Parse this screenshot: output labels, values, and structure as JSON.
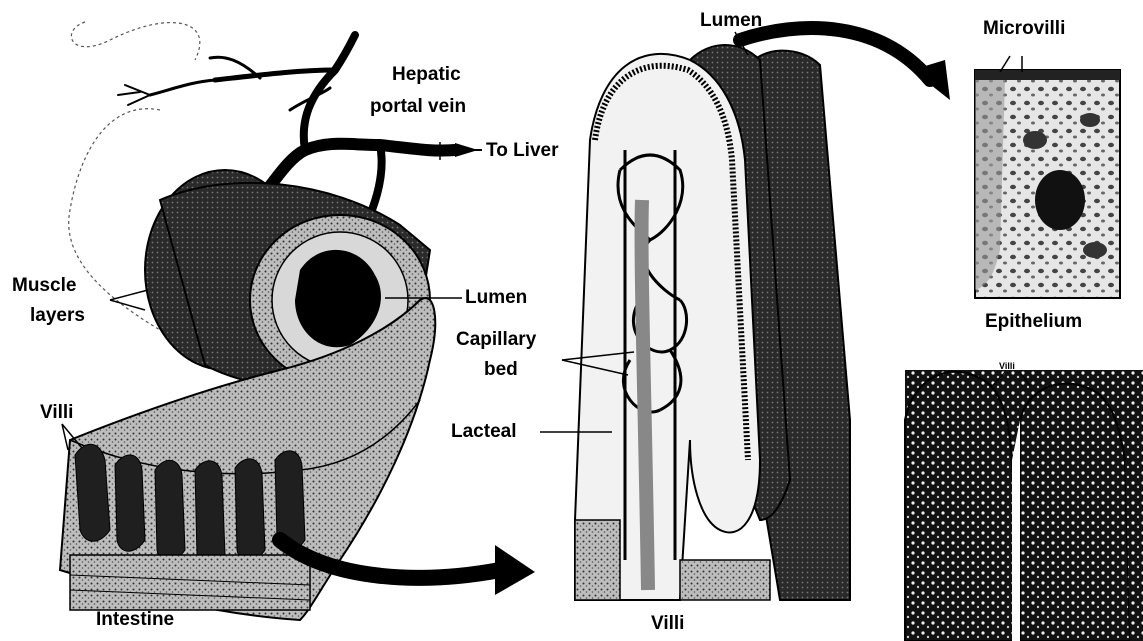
{
  "labels": {
    "hepatic_portal_vein_line1": "Hepatic",
    "hepatic_portal_vein_line2": "portal vein",
    "to_liver": "To Liver",
    "muscle_layers_line1": "Muscle",
    "muscle_layers_line2": "layers",
    "lumen_intestine": "Lumen",
    "villi_intestine": "Villi",
    "intestine": "Intestine",
    "lumen_villus": "Lumen",
    "capillary_bed_line1": "Capillary",
    "capillary_bed_line2": "bed",
    "lacteal": "Lacteal",
    "villi_caption": "Villi",
    "microvilli": "Microvilli",
    "epithelium": "Epithelium",
    "villi_micrograph": "Villi"
  },
  "colors": {
    "ink": "#000000",
    "shade_dark": "#1a1a1a",
    "shade_mid": "#6e6e6e",
    "shade_light": "#cfcfcf",
    "paper": "#ffffff"
  }
}
